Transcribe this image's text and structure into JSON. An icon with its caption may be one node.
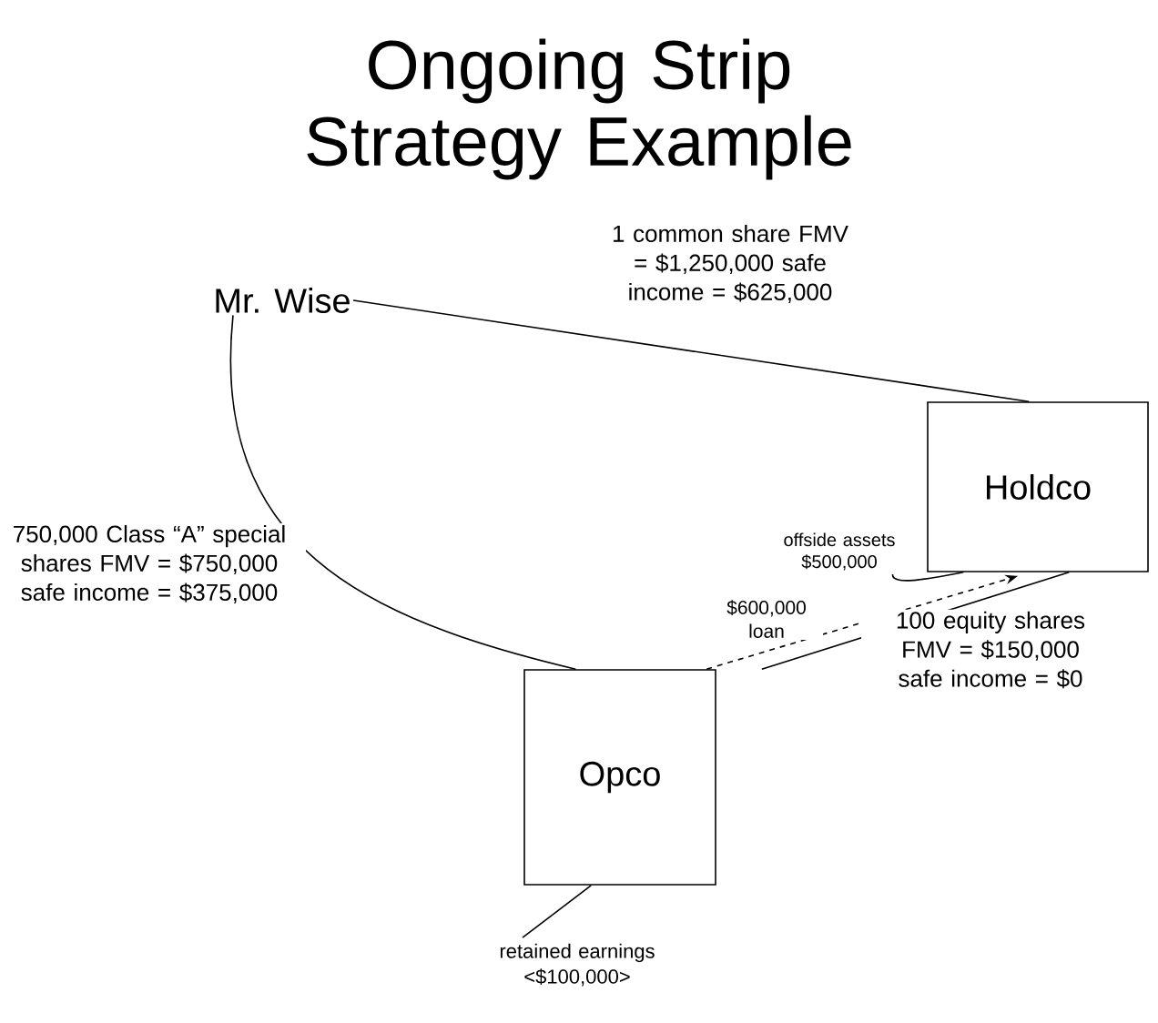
{
  "diagram": {
    "title": "Ongoing Strip Strategy Example",
    "nodes": [
      {
        "text": [
          "Mr. Wise"
        ]
      },
      {
        "text": [
          "Holdco"
        ]
      },
      {
        "text": [
          "Opco"
        ]
      },
      {
        "text": [
          "offside assets $500,000"
        ]
      },
      {
        "text": [
          "retained earnings <$100,000>"
        ]
      }
    ],
    "edges": [
      {
        "from": 0,
        "to": 1,
        "arrow": "none",
        "label": "1 common share FMV = $1,250,000 safe income = $625,000"
      },
      {
        "from": 0,
        "to": 2,
        "arrow": "none",
        "label": "750,000 Class “A” special shares FMV = $750,000 safe income = $375,000"
      },
      {
        "from": 2,
        "to": 1,
        "arrow": "to",
        "style": "dashed",
        "label": "$600,000 loan"
      },
      {
        "from": 2,
        "to": 1,
        "arrow": "none",
        "label": "100 equity shares FMV = $150,000 safe income = $0"
      },
      {
        "from": 3,
        "to": 1,
        "arrow": "none"
      },
      {
        "from": 4,
        "to": 2,
        "arrow": "none"
      }
    ]
  }
}
